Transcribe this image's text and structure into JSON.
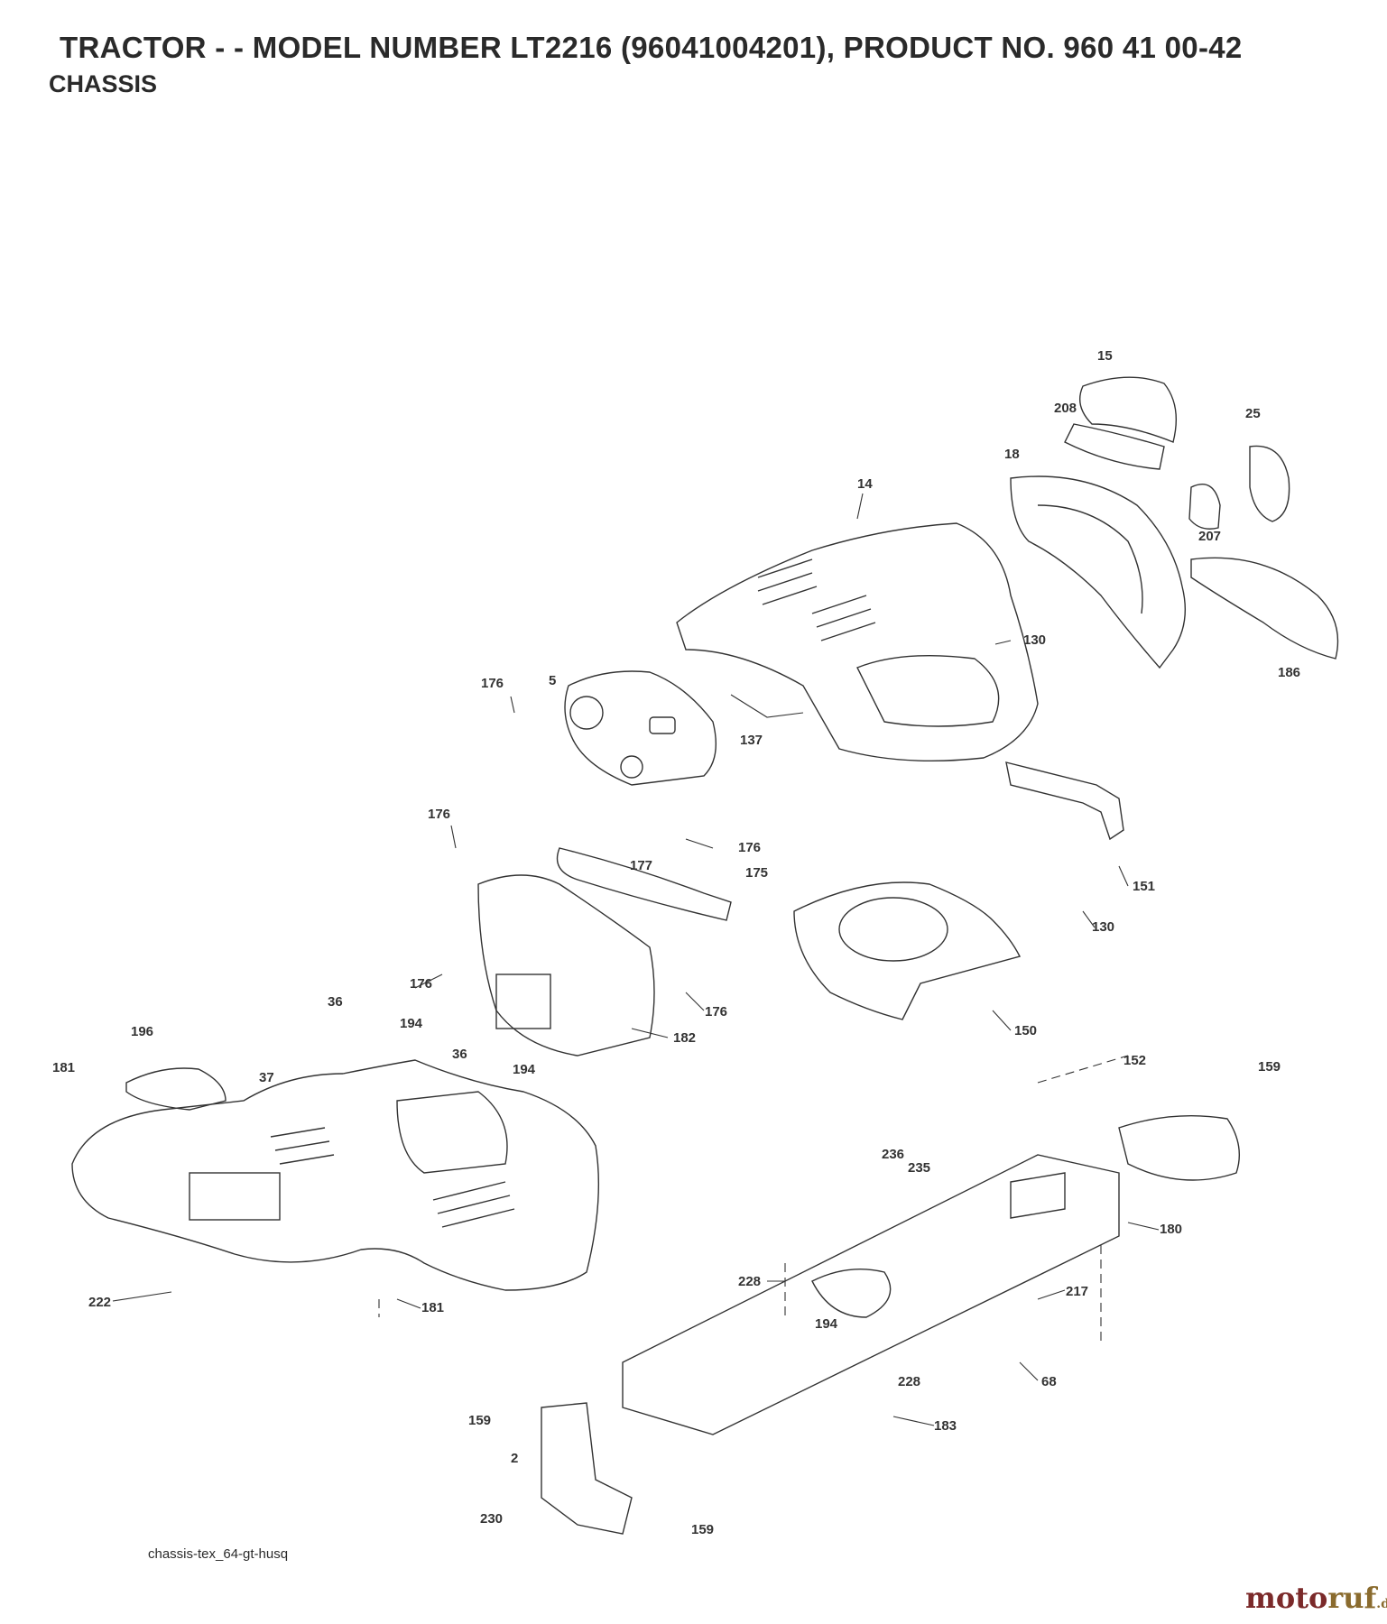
{
  "header": {
    "title": "TRACTOR - - MODEL NUMBER LT2216 (96041004201), PRODUCT NO. 960 41 00-42",
    "subtitle": "CHASSIS"
  },
  "footer": {
    "filename": "chassis-tex_64-gt-husq"
  },
  "watermark": {
    "part1": "moto",
    "part2": "ruf",
    "part3": ".de"
  },
  "labels": {
    "l15": "15",
    "l208": "208",
    "l25": "25",
    "l18": "18",
    "l14": "14",
    "l207": "207",
    "l130a": "130",
    "l186": "186",
    "l176a": "176",
    "l5": "5",
    "l137": "137",
    "l176b": "176",
    "l176c": "176",
    "l177": "177",
    "l175": "175",
    "l151": "151",
    "l130b": "130",
    "l176d": "176",
    "l176e": "176",
    "l182": "182",
    "l150": "150",
    "l36a": "36",
    "l196": "196",
    "l194a": "194",
    "l36b": "36",
    "l181a": "181",
    "l37": "37",
    "l194b": "194",
    "l152": "152",
    "l159a": "159",
    "l236": "236",
    "l235": "235",
    "l180": "180",
    "l228a": "228",
    "l217": "217",
    "l222": "222",
    "l181b": "181",
    "l194c": "194",
    "l228b": "228",
    "l68": "68",
    "l183": "183",
    "l159b": "159",
    "l2": "2",
    "l230": "230",
    "l159c": "159"
  }
}
